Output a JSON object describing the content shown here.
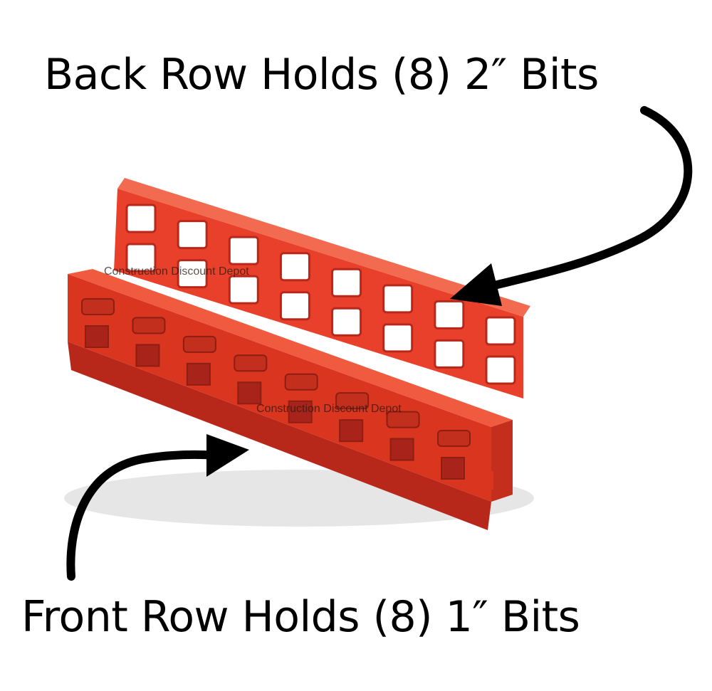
{
  "captions": {
    "back_row": "Back Row Holds (8) 2″ Bits",
    "front_row": "Front Row Holds (8) 1″ Bits"
  },
  "watermarks": [
    "Construction Discount Depot",
    "Construction Discount Depot"
  ],
  "product": {
    "back_row_slots": 8,
    "front_row_slots": 8
  },
  "colors": {
    "plastic": "#e8402a",
    "plastic_dark": "#b8281a",
    "plastic_light": "#f26a50",
    "arrow": "#000000"
  }
}
